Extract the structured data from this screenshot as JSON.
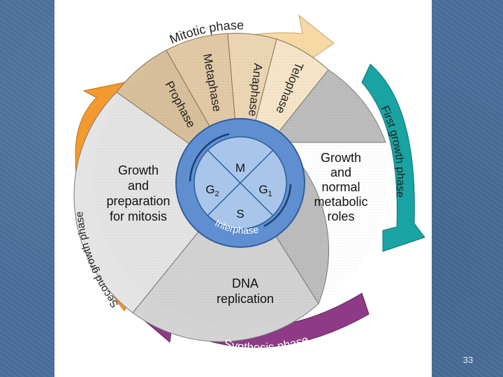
{
  "slide_number": "33",
  "colors": {
    "background": "#4a6f9c",
    "mitotic_arrow": "#f6d9a4",
    "first_growth_arrow": "#1aa3a3",
    "synthesis_arrow": "#8e3a86",
    "second_growth_arrow": "#f39a2e",
    "g1_sector": "#bdbdbd",
    "s_sector": "#d3d3d3",
    "g2_sector": "#e4e4e4",
    "prophase": "#d8c09c",
    "metaphase": "#e2caa6",
    "anaphase": "#ecd6b4",
    "telophase": "#f6e5c8",
    "interphase_ring": "#5f8fd0",
    "inner_disc": "#a9c6ea"
  },
  "diagram": {
    "phases": {
      "mitotic": "Mitotic phase",
      "first_growth": "First growth phase",
      "synthesis": "Synthesis phase",
      "second_growth": "Second growth phase"
    },
    "mitosis_stages": [
      "Prophase",
      "Metaphase",
      "Anaphase",
      "Telophase"
    ],
    "sectors": {
      "g1": [
        "Growth",
        "and",
        "normal",
        "metabolic",
        "roles"
      ],
      "s": [
        "DNA",
        "replication"
      ],
      "g2": [
        "Growth",
        "and",
        "preparation",
        "for mitosis"
      ]
    },
    "center": {
      "m": "M",
      "g2": "G",
      "g2_sub": "2",
      "g1": "G",
      "g1_sub": "1",
      "s": "S",
      "interphase": "Interphase"
    }
  }
}
